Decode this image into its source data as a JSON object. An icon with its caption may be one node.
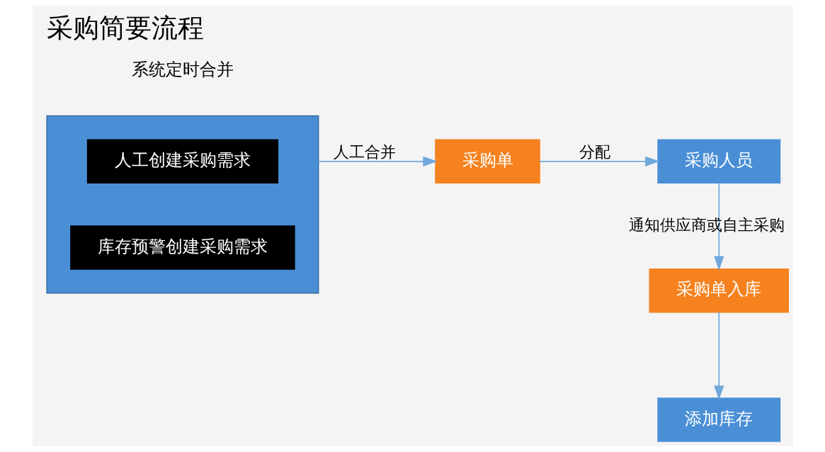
{
  "diagram": {
    "title": "采购简要流程",
    "nodes": [
      {
        "text": [],
        "shape": "box"
      },
      {
        "text": [
          "人工创建采购需求"
        ],
        "in": 0
      },
      {
        "text": [
          "库存预警创建采购需求"
        ],
        "in": 0
      },
      {
        "text": [
          "采购单"
        ]
      },
      {
        "text": [
          "采购人员"
        ]
      },
      {
        "text": [
          "采购单入库"
        ]
      },
      {
        "text": [
          "添加库存"
        ]
      }
    ],
    "edges": [
      {
        "from": 0,
        "to": 3,
        "label": "人工合并",
        "arrow": "to"
      },
      {
        "from": 3,
        "to": 4,
        "label": "分配",
        "arrow": "to"
      },
      {
        "from": 4,
        "to": 5,
        "label": "通知供应商或自主采购",
        "arrow": "to"
      },
      {
        "from": 5,
        "to": 6,
        "arrow": "to"
      }
    ],
    "labels": [
      "系统定时合并"
    ]
  }
}
